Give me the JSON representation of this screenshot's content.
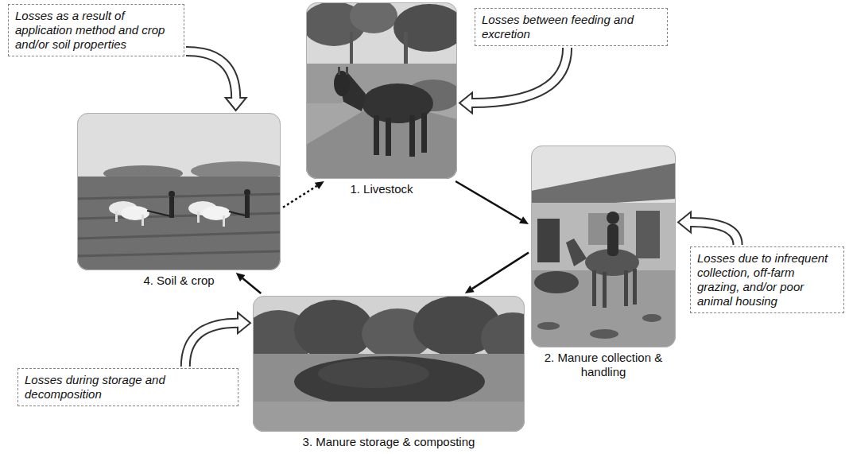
{
  "diagram": {
    "nodes": [
      {
        "text": [
          "Losses as a result of application method and crop and/or soil properties"
        ]
      },
      {
        "text": [
          "1. Livestock"
        ]
      },
      {
        "text": [
          "Losses between feeding and excretion"
        ]
      },
      {
        "text": [
          "4. Soil & crop"
        ]
      },
      {
        "text": [
          "2. Manure collection & handling"
        ]
      },
      {
        "text": [
          "Losses due to infrequent collection, off-farm grazing, and/or poor animal housing"
        ]
      },
      {
        "text": [
          "Losses during storage and decomposition"
        ]
      },
      {
        "text": [
          "3. Manure storage & composting"
        ]
      }
    ],
    "edges": [
      {
        "from": 1,
        "to": 4,
        "arrow": "to"
      },
      {
        "from": 4,
        "to": 7,
        "arrow": "to"
      },
      {
        "from": 7,
        "to": 3,
        "arrow": "to"
      },
      {
        "from": 3,
        "to": 1,
        "arrow": "to"
      },
      {
        "from": 0,
        "to": 3,
        "arrow": "to"
      },
      {
        "from": 2,
        "to": 1,
        "arrow": "to"
      },
      {
        "from": 5,
        "to": 4,
        "arrow": "to"
      },
      {
        "from": 6,
        "to": 7,
        "arrow": "to"
      }
    ]
  }
}
